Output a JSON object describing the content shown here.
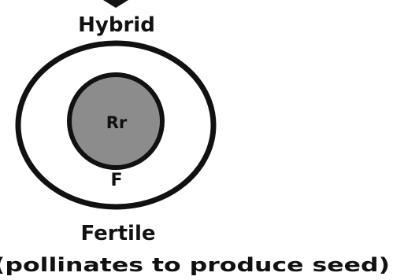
{
  "diagram": {
    "top_label": "Hybrid",
    "genotype": "Rr",
    "inner_marker": "F",
    "bottom_label": "Fertile",
    "caption": "(pollinates to produce seed)"
  },
  "colors": {
    "ink": "#111111",
    "inner_fill": "#8c8c8c",
    "outer_fill": "#ffffff",
    "background": "#ffffff"
  },
  "icons": {
    "arrow": "arrow-down-icon"
  }
}
